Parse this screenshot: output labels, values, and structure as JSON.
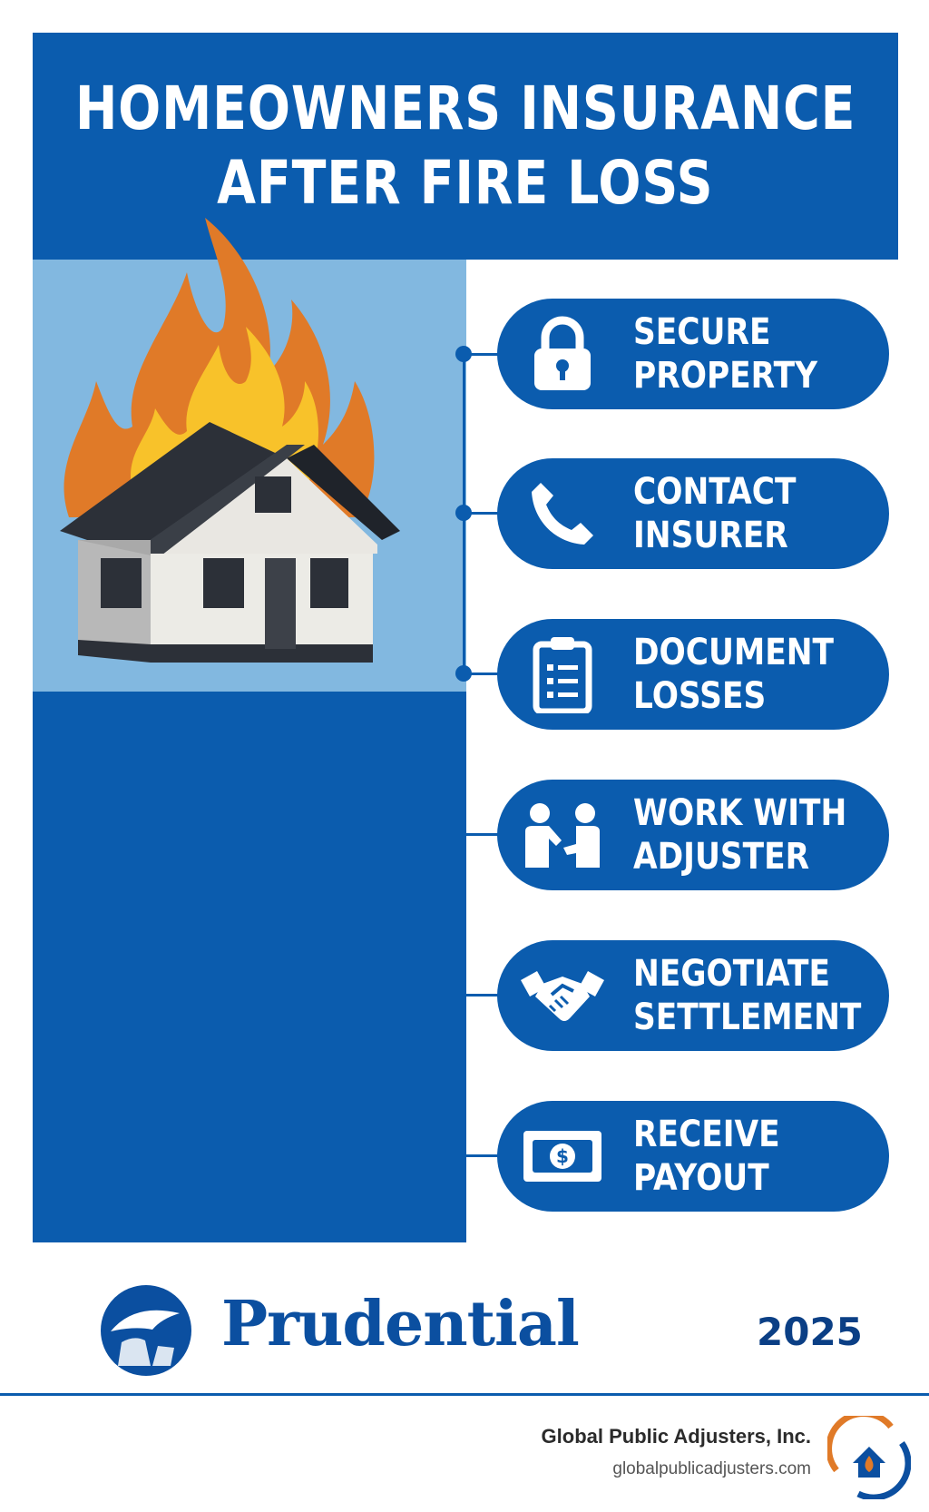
{
  "title": {
    "line1": "HOMEOWNERS INSURANCE",
    "line2": "AFTER FIRE LOSS"
  },
  "steps": [
    {
      "line1": "SECURE",
      "line2": "PROPERTY",
      "icon": "lock-icon"
    },
    {
      "line1": "CONTACT",
      "line2": "INSURER",
      "icon": "phone-icon"
    },
    {
      "line1": "DOCUMENT",
      "line2": "LOSSES",
      "icon": "clipboard-icon"
    },
    {
      "line1": "WORK WITH",
      "line2": "ADJUSTER",
      "icon": "people-meeting-icon"
    },
    {
      "line1": "NEGOTIATE",
      "line2": "SETTLEMENT",
      "icon": "handshake-icon"
    },
    {
      "line1": "RECEIVE",
      "line2": "PAYOUT",
      "icon": "money-bill-icon"
    }
  ],
  "brand": {
    "name": "Prudential",
    "year": "2025"
  },
  "footer": {
    "company": "Global Public Adjusters, Inc.",
    "url": "globalpublicadjusters.com"
  },
  "colors": {
    "primary_blue": "#0b5cae",
    "sky_blue": "#82b8e0",
    "flame_orange": "#e07a28",
    "flame_yellow": "#f8c22a"
  }
}
